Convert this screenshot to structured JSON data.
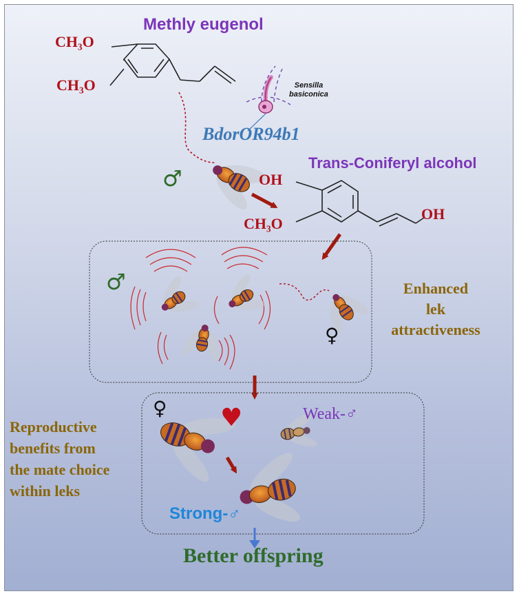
{
  "compounds": {
    "methyl_eugenol": {
      "name": "Methly eugenol",
      "sub1": "CH₃O",
      "sub2": "CH₃O"
    },
    "coniferyl": {
      "name": "Trans-Coniferyl alcohol",
      "oh_top": "OH",
      "oh_right": "OH",
      "sub": "CH₃O"
    }
  },
  "receptor": {
    "name": "BdorOR94b1",
    "sensilla_line1": "Sensilla",
    "sensilla_line2": "basiconica"
  },
  "symbols": {
    "male": "♂",
    "female": "♀",
    "heart": "♥"
  },
  "lek": {
    "label_line1": "Enhanced",
    "label_line2": "lek",
    "label_line3": "attractiveness"
  },
  "mate_choice": {
    "label_lines": [
      "Reproductive",
      "benefits from",
      "the mate choice",
      "within leks"
    ],
    "weak": "Weak-♂",
    "strong": "Strong-♂"
  },
  "outcome": "Better offspring",
  "colors": {
    "title_purple": "#7b35b8",
    "chem_red": "#b1101a",
    "arrow_red": "#a11a10",
    "olive_text": "#8b6508",
    "green_text": "#2f6b2b",
    "strong_blue": "#1f86d8",
    "receptor_blue": "#3c79b6",
    "down_arrow_blue": "#4a78d0"
  }
}
